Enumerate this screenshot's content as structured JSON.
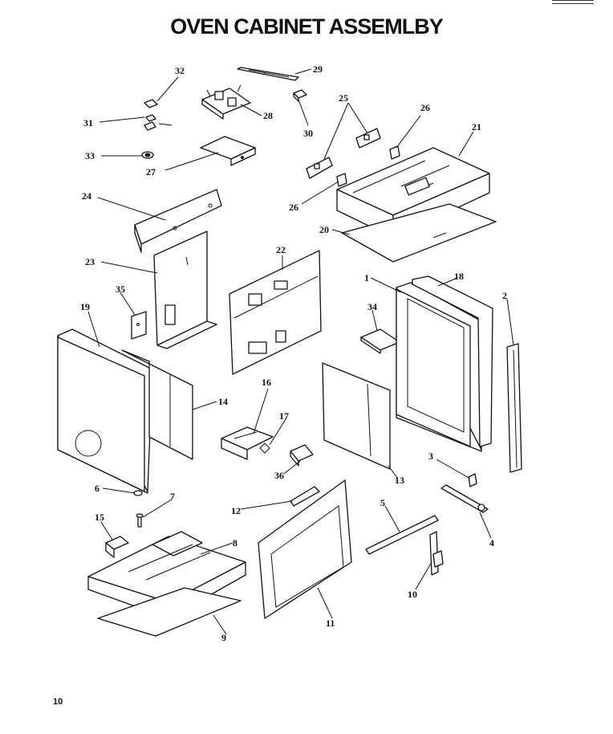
{
  "title": "OVEN CABINET ASSEMLBY",
  "page_number": "10",
  "callouts": {
    "p1": "1",
    "p2": "2",
    "p3": "3",
    "p4": "4",
    "p5": "5",
    "p6": "6",
    "p7": "7",
    "p8": "8",
    "p9": "9",
    "p10": "10",
    "p11": "11",
    "p12": "12",
    "p13": "13",
    "p14": "14",
    "p15": "15",
    "p16": "16",
    "p17": "17",
    "p18": "18",
    "p19": "19",
    "p20": "20",
    "p21": "21",
    "p22": "22",
    "p23": "23",
    "p24": "24",
    "p25": "25",
    "p26a": "26",
    "p26b": "26",
    "p27": "27",
    "p28": "28",
    "p29": "29",
    "p30": "30",
    "p31": "31",
    "p32": "32",
    "p33": "33",
    "p34": "34",
    "p35": "35",
    "p36": "36"
  }
}
